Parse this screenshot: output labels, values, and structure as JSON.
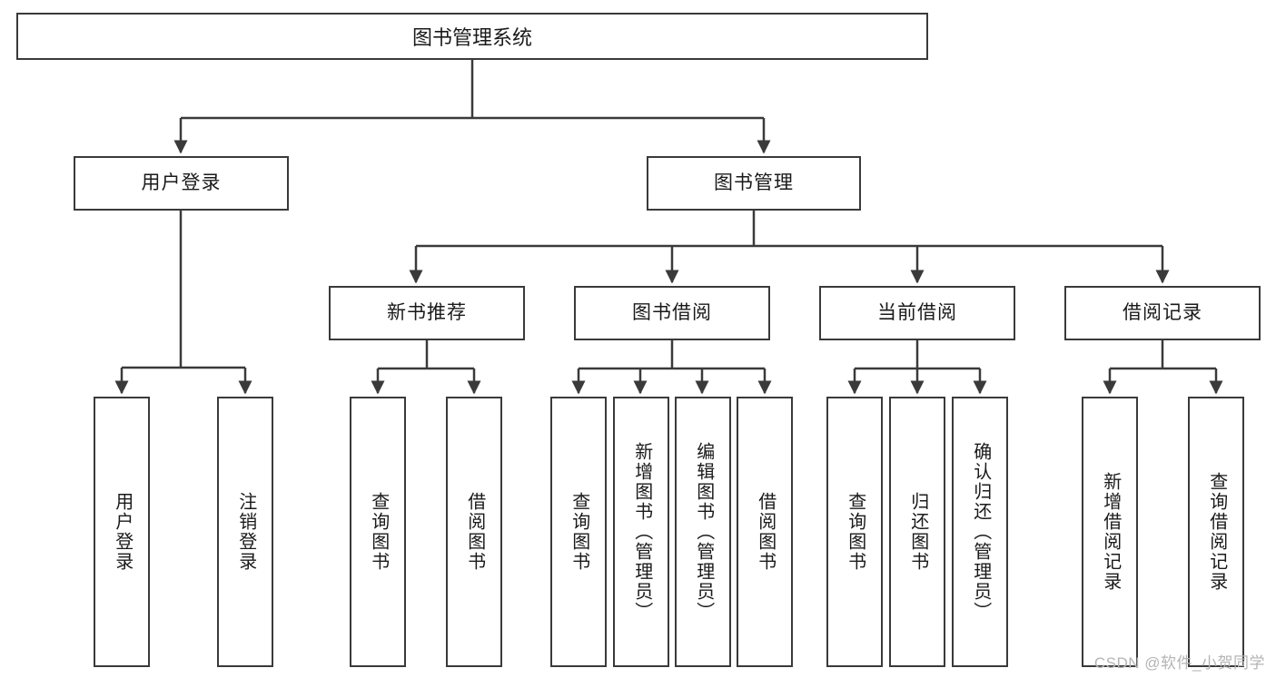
{
  "diagram": {
    "title": "图书管理系统",
    "watermark": "CSDN @软件_小贺同学",
    "line_color": "#3a3a3a",
    "box_fill": "#ffffff",
    "text_color": "#1a1a1a",
    "root": {
      "label": "图书管理系统"
    },
    "level2": [
      {
        "label": "用户登录"
      },
      {
        "label": "图书管理"
      }
    ],
    "level3": [
      {
        "label": "新书推荐"
      },
      {
        "label": "图书借阅"
      },
      {
        "label": "当前借阅"
      },
      {
        "label": "借阅记录"
      }
    ],
    "leaves": [
      {
        "label": "用户登录"
      },
      {
        "label": "注销登录"
      },
      {
        "label": "查询图书"
      },
      {
        "label": "借阅图书"
      },
      {
        "label": "查询图书"
      },
      {
        "label": "新增图书（管理员）"
      },
      {
        "label": "编辑图书（管理员）"
      },
      {
        "label": "借阅图书"
      },
      {
        "label": "查询图书"
      },
      {
        "label": "归还图书"
      },
      {
        "label": "确认归还（管理员）"
      },
      {
        "label": "新增借阅记录"
      },
      {
        "label": "查询借阅记录"
      }
    ]
  }
}
